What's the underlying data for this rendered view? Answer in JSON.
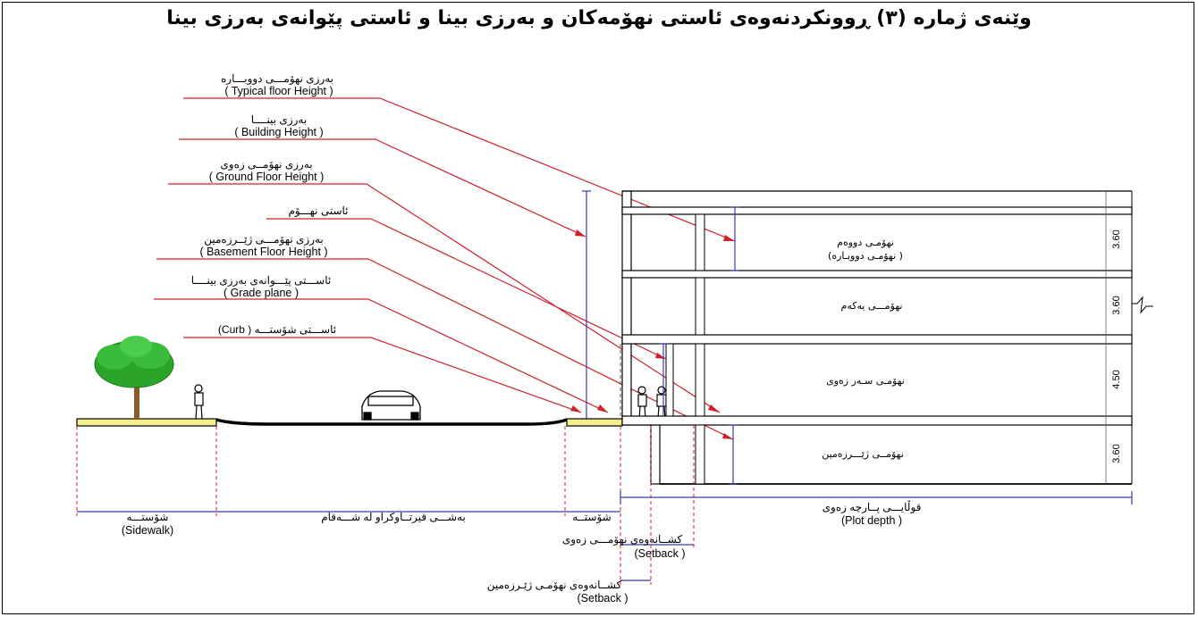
{
  "title": "وێنەی ژمارە (٣) ڕوونکردنەوەی ئاستی نهۆمەکان و  بەرزی بینا و ئاستی پێوانەی بەرزی بینا",
  "labels": {
    "typical_ku": "بەرزی نهۆمـــی دووبـــارە",
    "typical_en": "( Typical floor Height )",
    "building_ku": "بەرزی بینــــا",
    "building_en": "( Building Height )",
    "ground_ku": "بەرزی نهۆمــی زەوی",
    "ground_en": "( Ground Floor Height )",
    "floor_level_ku": "ئاستی نهـــۆم",
    "basement_ku": "بەرزی نهۆمـــی ژێــرزەمین",
    "basement_en": "( Basement Floor Height )",
    "grade_ku": "ئاســـتی پێـــوانەی بەرزی بینــــا",
    "grade_en": "( Grade plane )",
    "curb_ku": "ئاســـتی شۆستـــە ( Curb)"
  },
  "rooms": {
    "second": "نهۆمـی دووەم",
    "second_sub": "( نهۆمـی دووبـارە)",
    "first": "نهۆمـــی یەکەم",
    "ground": "نهۆمـی سـەر زەوی",
    "basement": "نهۆمــی ژێـــرزەمین"
  },
  "dims": {
    "d1": "3.60",
    "d2": "3.60",
    "d3": "4.50",
    "d4": "3.60"
  },
  "bottom": {
    "sidewalk_ku": "شۆستـــە",
    "sidewalk_en": "(Sidewalk)",
    "road_ku": "بەشـــی قیرتــاوکراو لە شـــەقام",
    "sidewalk2_ku": "شۆستــە",
    "plot_ku": "قوڵایـــی پــارچە زەوی",
    "plot_en": "(Plot depth )",
    "setback1_ku": "کشــانەوەی نهۆمـــی زەوی",
    "setback1_en": "(Setback )",
    "setback2_ku": "کشــانەوەی نهۆمـی ژێـرزەمین",
    "setback2_en": "(Setback )"
  },
  "colors": {
    "leader": "#d0202a",
    "dimension": "#3b3bb0",
    "sidewalk": "#f2ee8c",
    "tree": "#2aa52a",
    "trunk": "#8a5a2b"
  }
}
